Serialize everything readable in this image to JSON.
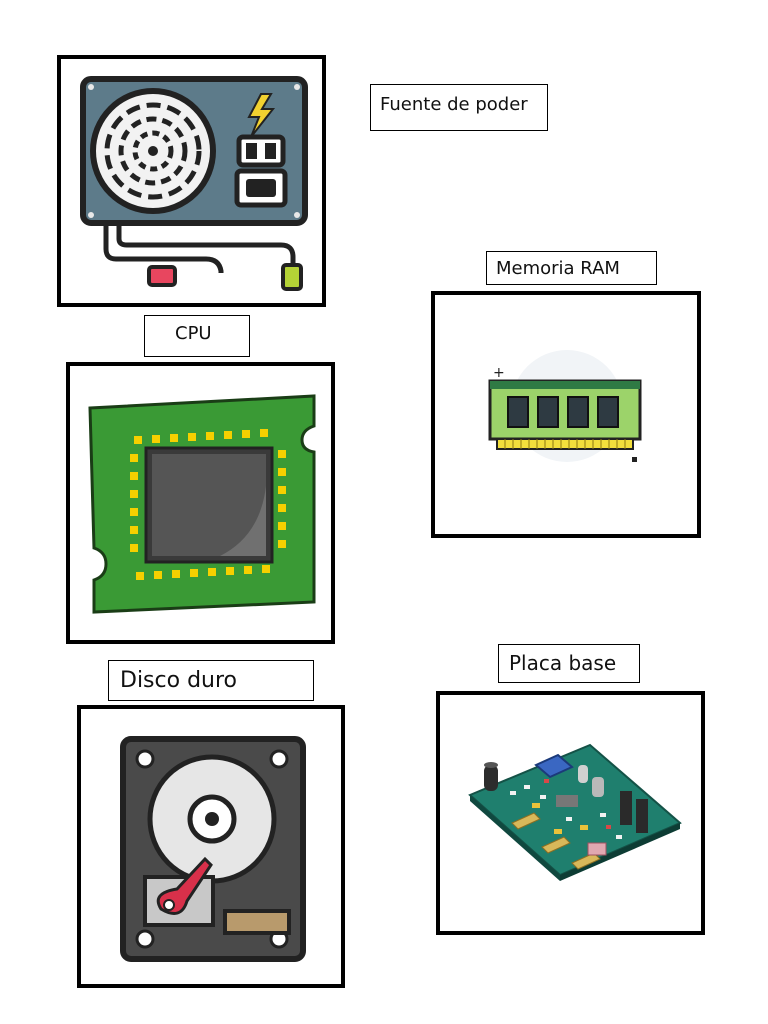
{
  "components": {
    "power_supply": {
      "label": "Fuente de poder",
      "icon": "power-supply-icon"
    },
    "ram": {
      "label": "Memoria RAM",
      "icon": "ram-module-icon"
    },
    "cpu": {
      "label": "CPU",
      "icon": "cpu-chip-icon"
    },
    "hard_disk": {
      "label": "Disco duro",
      "icon": "hard-disk-icon"
    },
    "motherboard": {
      "label": "Placa base",
      "icon": "motherboard-icon"
    }
  }
}
